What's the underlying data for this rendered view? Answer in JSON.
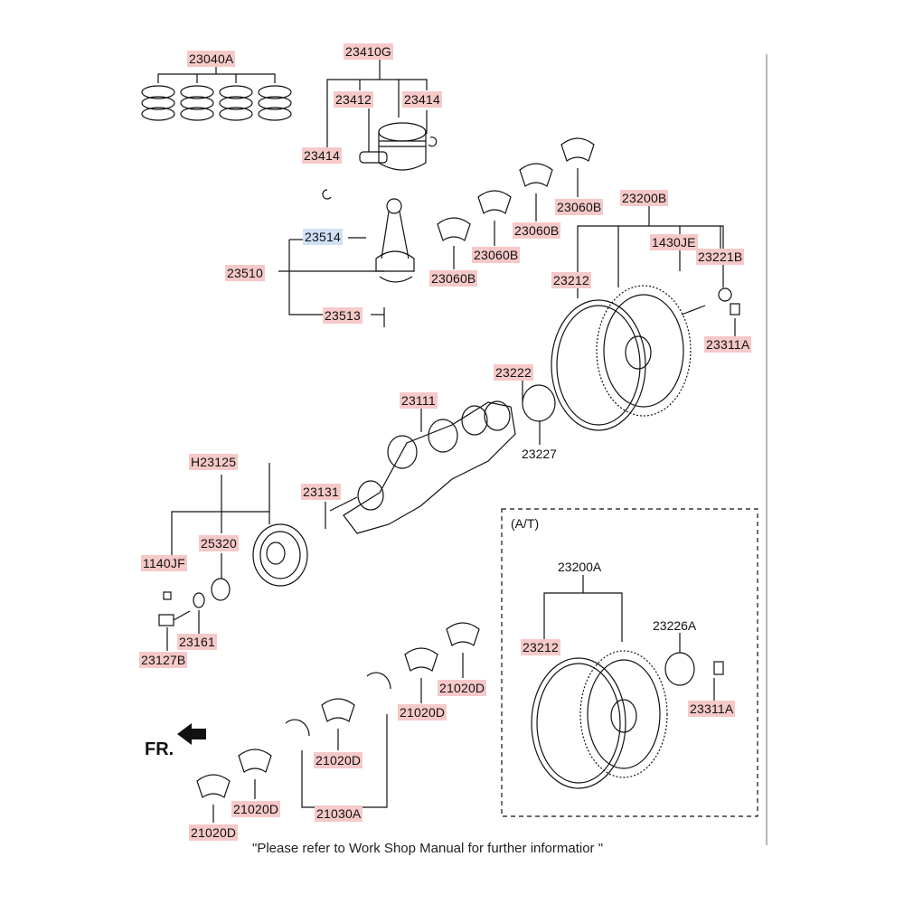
{
  "parts": {
    "p23040A": "23040A",
    "p23410G": "23410G",
    "p23412": "23412",
    "p23414a": "23414",
    "p23414b": "23414",
    "p23514": "23514",
    "p23510": "23510",
    "p23513": "23513",
    "p23060B_1": "23060B",
    "p23060B_2": "23060B",
    "p23060B_3": "23060B",
    "p23060B_4": "23060B",
    "p23200B": "23200B",
    "p1430JE": "1430JE",
    "p23221B": "23221B",
    "p23212a": "23212",
    "p23311A_a": "23311A",
    "p23222": "23222",
    "p23111": "23111",
    "p23227": "23227",
    "pH23125": "H23125",
    "p23131": "23131",
    "p25320": "25320",
    "p1140JF": "1140JF",
    "p23161": "23161",
    "p23127B": "23127B",
    "p21020D_1": "21020D",
    "p21020D_2": "21020D",
    "p21020D_3": "21020D",
    "p21020D_4": "21020D",
    "p21020D_5": "21020D",
    "p21030A": "21030A",
    "p23200A": "23200A",
    "p23212b": "23212",
    "p23226A": "23226A",
    "p23311A_b": "23311A"
  },
  "at_label": "(A/T)",
  "fr_label": "FR.",
  "footer_note": "\"Please refer to Work Shop Manual for further informatior \""
}
